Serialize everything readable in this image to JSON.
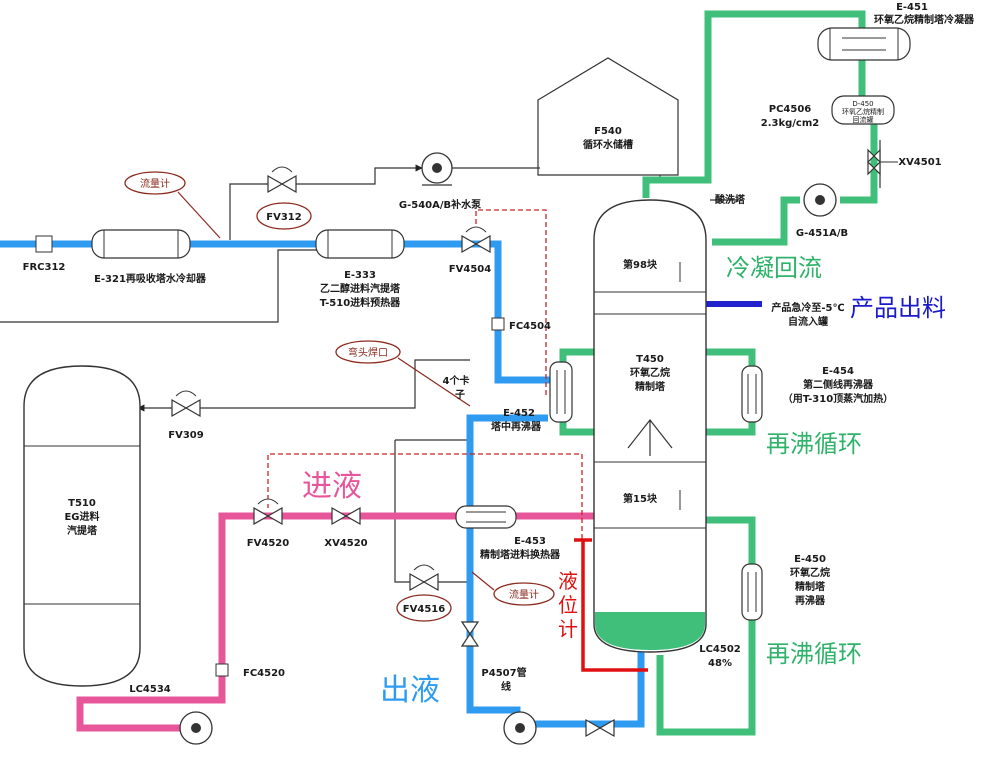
{
  "equipment": {
    "e451_tag": "E-451",
    "e451_name": "环氧乙烷精制塔冷凝器",
    "d450_tag": "D-450",
    "d450_name_1": "环氧乙烷精制",
    "d450_name_2": "回流罐",
    "pc4506_tag": "PC4506",
    "pc4506_value": "2.3kg/cm2",
    "xv4501": "XV4501",
    "g451": "G-451A/B",
    "f540_tag": "F540",
    "f540_name": "循环水储槽",
    "g540": "G-540A/B补水泵",
    "wash_tower": "酸洗塔",
    "t450_tag": "T450",
    "t450_name_1": "环氧乙烷",
    "t450_name_2": "精制塔",
    "tray98": "第98块",
    "tray15": "第15块",
    "e454_tag": "E-454",
    "e454_name_1": "第二侧线再沸器",
    "e454_name_2": "（用T-310顶蒸汽加热）",
    "e452_tag": "E-452",
    "e452_name": "塔中再沸器",
    "e453_tag": "E-453",
    "e453_name": "精制塔进料换热器",
    "e450_tag": "E-450",
    "e450_name_1": "环氧乙烷",
    "e450_name_2": "精制塔",
    "e450_name_3": "再沸器",
    "lc4502_tag": "LC4502",
    "lc4502_value": "48%",
    "p4507_1": "P4507管",
    "p4507_2": "线",
    "t510_tag": "T510",
    "t510_name_1": "EG进料",
    "t510_name_2": "汽提塔",
    "lc4534": "LC4534",
    "fc4520": "FC4520",
    "fv4520": "FV4520",
    "xv4520": "XV4520",
    "fv4516": "FV4516",
    "fv4504": "FV4504",
    "fc4504": "FC4504",
    "fv309": "FV309",
    "fv312": "FV312",
    "frc312": "FRC312",
    "e321": "E-321再吸收塔水冷却器",
    "e333_tag": "E-333",
    "e333_name_1": "乙二醇进料汽提塔",
    "e333_name_2": "T-510进料预热器",
    "product_note_1": "产品急冷至-5℃",
    "product_note_2": "自流入罐",
    "clamp_1": "4个卡",
    "clamp_2": "子"
  },
  "callouts": {
    "flowmeter_1": "流量计",
    "flowmeter_2": "流量计",
    "elbow_weld": "弯头焊口"
  },
  "annotations": {
    "reflux": "冷凝回流",
    "product": "产品出料",
    "reboil_1": "再沸循环",
    "reboil_2": "再沸循环",
    "feed_in": "进液",
    "feed_out": "出液",
    "level_1": "液",
    "level_2": "位",
    "level_3": "计"
  },
  "colors": {
    "blue_stream": "#2f9bf0",
    "green_stream": "#3fbf7a",
    "pink_stream": "#e8569a",
    "product_line": "#2222cc",
    "level_gauge": "#e01010",
    "annotation_green": "#2fb36a",
    "annotation_blue": "#2f9bf0",
    "annotation_pink": "#e8569a",
    "annotation_product": "#1a1acc"
  }
}
